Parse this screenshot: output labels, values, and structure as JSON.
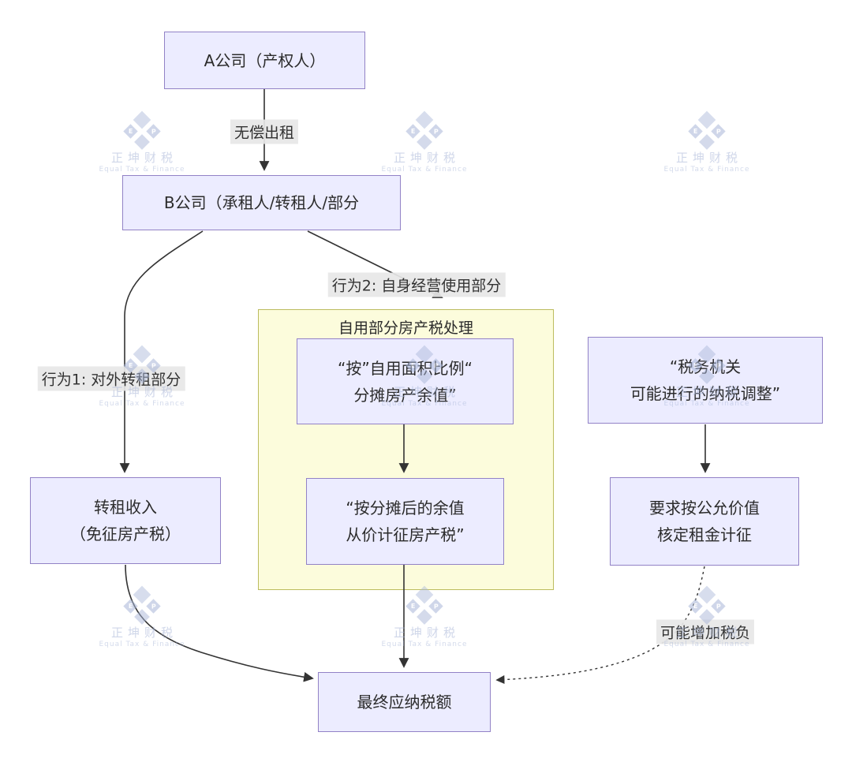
{
  "diagram": {
    "nodes": {
      "company_a": {
        "label": "A公司（产权人）"
      },
      "company_b": {
        "label": "B公司（承租人/转租人/部分"
      },
      "sublease_income": {
        "line1": "转租收入",
        "line2": "（免征房产税）"
      },
      "allocate_value": {
        "line1": "“按”自用面积比例“",
        "line2": "分摊房产余值”"
      },
      "ad_valorem": {
        "line1": "“按分摊后的余值",
        "line2": "从价计征房产税”"
      },
      "tax_authority": {
        "line1": "“税务机关",
        "line2": "可能进行的纳税调整”"
      },
      "fair_value": {
        "line1": "要求按公允价值",
        "line2": "核定租金计征"
      },
      "final_tax": {
        "label": "最终应纳税额"
      }
    },
    "subgraph": {
      "title": "自用部分房产税处理"
    },
    "edge_labels": {
      "free_rent": "无偿出租",
      "action1": "行为1: 对外转租部分",
      "action2": "行为2: 自身经营使用部分",
      "tax_increase": "可能增加税负"
    }
  },
  "watermark": {
    "cn": "正坤财税",
    "en": "Equal Tax & Finance",
    "letter_left": "E",
    "letter_right": "P"
  },
  "colors": {
    "node_fill": "#ECECFF",
    "node_border": "#9282C6",
    "cluster_fill": "#FCFCDC",
    "cluster_border": "#BCBC5E",
    "edge_color": "#333333",
    "label_bg": "#E8E8E8",
    "wm_color": "#A8B6D8",
    "text": "#2B2B2B"
  }
}
